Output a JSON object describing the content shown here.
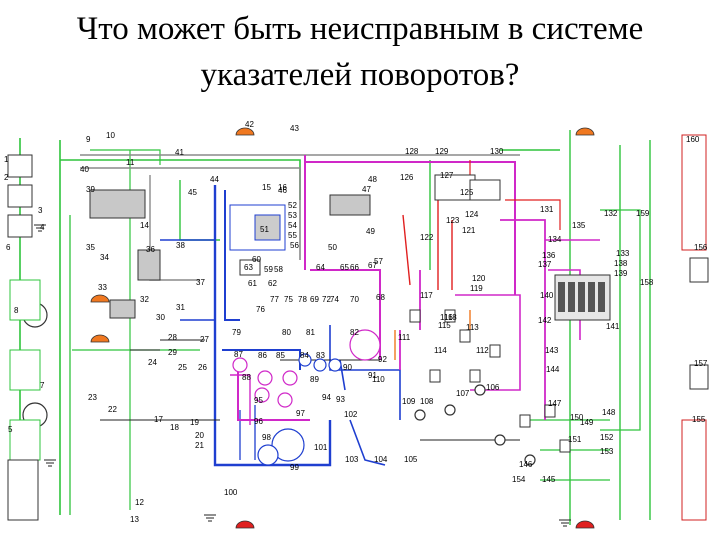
{
  "title": {
    "line1": "Что может быть неисправным в системе",
    "line2": "указателей поворотов?"
  },
  "diagram": {
    "type": "automotive wiring schematic",
    "labels": [
      "1",
      "2",
      "3",
      "4",
      "5",
      "6",
      "7",
      "8",
      "9",
      "10",
      "11",
      "12",
      "13",
      "14",
      "15",
      "16",
      "17",
      "18",
      "19",
      "20",
      "21",
      "22",
      "23",
      "24",
      "25",
      "26",
      "27",
      "28",
      "29",
      "30",
      "31",
      "32",
      "33",
      "34",
      "35",
      "36",
      "37",
      "38",
      "39",
      "40",
      "41",
      "42",
      "43",
      "44",
      "45",
      "46",
      "47",
      "48",
      "49",
      "50",
      "51",
      "52",
      "53",
      "54",
      "55",
      "56",
      "57",
      "58",
      "59",
      "60",
      "61",
      "62",
      "63",
      "64",
      "65",
      "66",
      "67",
      "68",
      "69",
      "70",
      "72",
      "74",
      "75",
      "76",
      "77",
      "78",
      "79",
      "80",
      "81",
      "82",
      "83",
      "84",
      "85",
      "86",
      "87",
      "88",
      "89",
      "90",
      "91",
      "92",
      "93",
      "94",
      "95",
      "96",
      "97",
      "98",
      "99",
      "100",
      "101",
      "102",
      "103",
      "104",
      "105",
      "106",
      "107",
      "108",
      "109",
      "110",
      "111",
      "112",
      "113",
      "114",
      "115",
      "116",
      "117",
      "118",
      "119",
      "120",
      "121",
      "122",
      "123",
      "124",
      "125",
      "126",
      "127",
      "128",
      "129",
      "130",
      "131",
      "132",
      "133",
      "134",
      "135",
      "136",
      "137",
      "138",
      "139",
      "140",
      "141",
      "142",
      "143",
      "144",
      "145",
      "146",
      "147",
      "148",
      "149",
      "150",
      "151",
      "152",
      "153",
      "154",
      "155",
      "156",
      "157",
      "158",
      "159",
      "160"
    ],
    "wire_colors": {
      "blue": "#1f3fd0",
      "magenta": "#d028c8",
      "green": "#2fc43c",
      "red": "#e02020",
      "orange": "#f07820",
      "gray": "#8a8a8a",
      "black": "#222222"
    }
  }
}
